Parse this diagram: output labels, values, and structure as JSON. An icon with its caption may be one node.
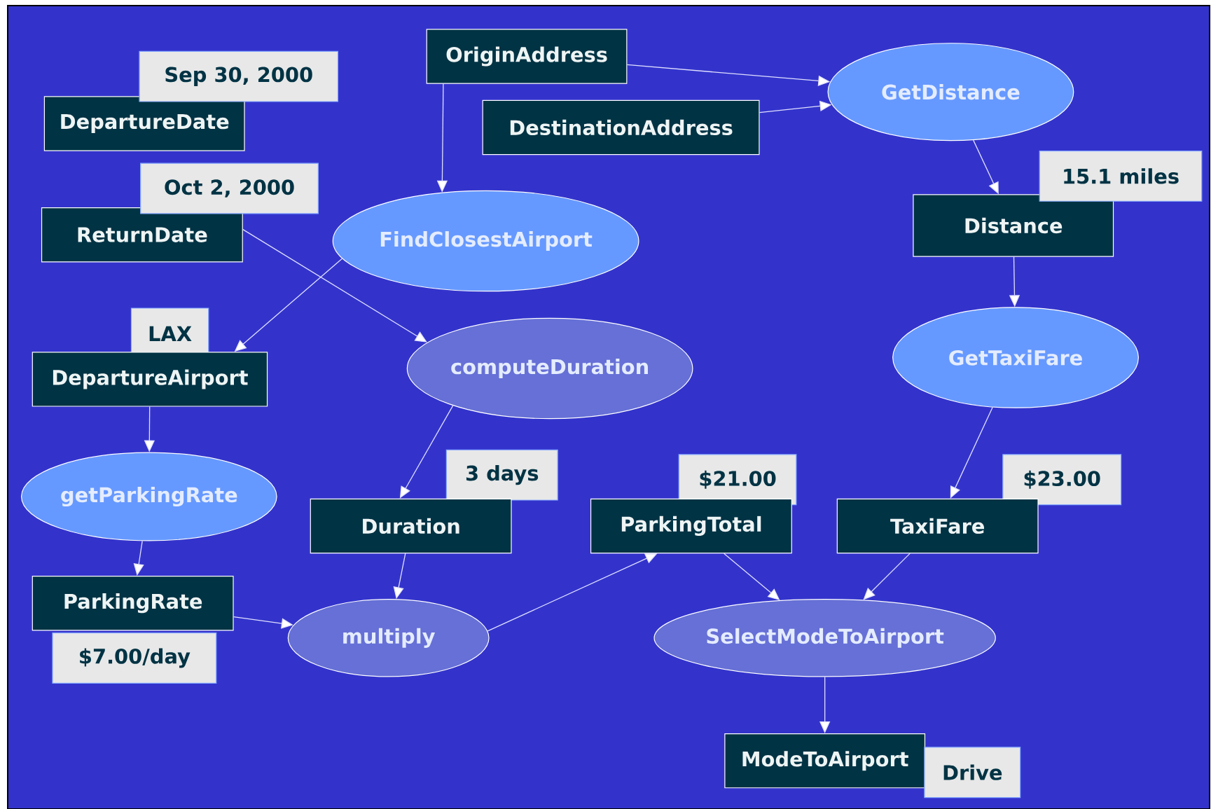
{
  "diagram": {
    "nodes": [
      {
        "text": [
          "DepartureDate"
        ]
      },
      {
        "text": [
          "Sep 30, 2000"
        ]
      },
      {
        "text": [
          "OriginAddress"
        ]
      },
      {
        "text": [
          "DestinationAddress"
        ]
      },
      {
        "text": [
          "GetDistance"
        ]
      },
      {
        "text": [
          "ReturnDate"
        ]
      },
      {
        "text": [
          "Oct 2, 2000"
        ]
      },
      {
        "text": [
          "FindClosestAirport"
        ]
      },
      {
        "text": [
          "Distance"
        ]
      },
      {
        "text": [
          "15.1 miles"
        ]
      },
      {
        "text": [
          "LAX"
        ]
      },
      {
        "text": [
          "DepartureAirport"
        ]
      },
      {
        "text": [
          "computeDuration"
        ]
      },
      {
        "text": [
          "GetTaxiFare"
        ]
      },
      {
        "text": [
          "getParkingRate"
        ]
      },
      {
        "text": [
          "3 days"
        ]
      },
      {
        "text": [
          "Duration"
        ]
      },
      {
        "text": [
          "$21.00"
        ]
      },
      {
        "text": [
          "ParkingTotal"
        ]
      },
      {
        "text": [
          "$23.00"
        ]
      },
      {
        "text": [
          "TaxiFare"
        ]
      },
      {
        "text": [
          "ParkingRate"
        ]
      },
      {
        "text": [
          "$7.00/day"
        ]
      },
      {
        "text": [
          "multiply"
        ]
      },
      {
        "text": [
          "SelectModeToAirport"
        ]
      },
      {
        "text": [
          "ModeToAirport"
        ]
      },
      {
        "text": [
          "Drive"
        ]
      }
    ],
    "edges": [
      {
        "from": 2,
        "to": 4,
        "arrow": "to"
      },
      {
        "from": 3,
        "to": 4,
        "arrow": "to"
      },
      {
        "from": 2,
        "to": 7,
        "arrow": "to"
      },
      {
        "from": 4,
        "to": 8,
        "arrow": "to"
      },
      {
        "from": 5,
        "to": 12,
        "arrow": "to"
      },
      {
        "from": 7,
        "to": 11,
        "arrow": "to"
      },
      {
        "from": 8,
        "to": 13,
        "arrow": "to"
      },
      {
        "from": 11,
        "to": 14,
        "arrow": "to"
      },
      {
        "from": 12,
        "to": 16,
        "arrow": "to"
      },
      {
        "from": 13,
        "to": 20,
        "arrow": "to"
      },
      {
        "from": 14,
        "to": 21,
        "arrow": "to"
      },
      {
        "from": 21,
        "to": 23,
        "arrow": "to"
      },
      {
        "from": 16,
        "to": 23,
        "arrow": "to"
      },
      {
        "from": 23,
        "to": 18,
        "arrow": "to"
      },
      {
        "from": 18,
        "to": 24,
        "arrow": "to"
      },
      {
        "from": 20,
        "to": 24,
        "arrow": "to"
      },
      {
        "from": 24,
        "to": 25,
        "arrow": "to"
      }
    ]
  }
}
